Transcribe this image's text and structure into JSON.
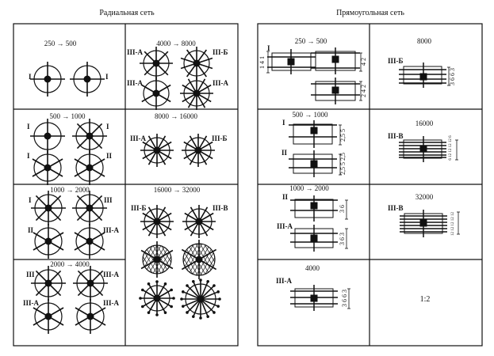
{
  "titles": {
    "radial": "Радиальная сеть",
    "rect": "Прямоугольная сеть"
  },
  "radial": {
    "c1": {
      "range": "250 → 500",
      "labels": [
        "I",
        "I"
      ]
    },
    "c2": {
      "range": "500 → 1000",
      "labels": [
        "I",
        "I",
        "I",
        "II"
      ]
    },
    "c3": {
      "range": "1000 → 2000",
      "labels": [
        "I",
        "III",
        "II",
        "III-А"
      ]
    },
    "c4": {
      "range": "2000 → 4000",
      "labels": [
        "III",
        "III-А",
        "III-А",
        "III-А"
      ]
    },
    "c5": {
      "range": "4000 → 8000",
      "labels": [
        "III-А",
        "III-Б",
        "III-А",
        "III-А"
      ]
    },
    "c6": {
      "range": "8000 → 16000",
      "labels": [
        "III-А",
        "III-Б"
      ]
    },
    "c7": {
      "range": "16000 → 32000",
      "labels": [
        "III-Б",
        "III-В"
      ]
    }
  },
  "rect": {
    "c1": {
      "range": "250 → 500",
      "labels": [
        "I"
      ],
      "dims": [
        "1 4 1",
        "4 2",
        "2 4 2"
      ]
    },
    "c2": {
      "range": "8000",
      "labels": [
        "III-Б"
      ],
      "dims": [
        "3 6 6 3"
      ]
    },
    "c3": {
      "range": "500 → 1000",
      "labels": [
        "I",
        "II"
      ],
      "dims": [
        "2,5 5",
        "2,5 5 2,5"
      ]
    },
    "c4": {
      "range": "16000",
      "labels": [
        "III-В"
      ],
      "dims": [
        "6 12 12 12 12 6"
      ]
    },
    "c5": {
      "range": "1000 → 2000",
      "labels": [
        "II",
        "III-А"
      ],
      "dims": [
        "3 6",
        "3 6 3"
      ]
    },
    "c6": {
      "range": "32000",
      "labels": [
        "III-В"
      ],
      "dims": [
        "12 12 12 12 12"
      ]
    },
    "c7": {
      "range": "4000",
      "labels": [
        "III-А"
      ],
      "dims": [
        "3 6 6 3"
      ]
    },
    "c8": {
      "scale": "1:2"
    }
  }
}
